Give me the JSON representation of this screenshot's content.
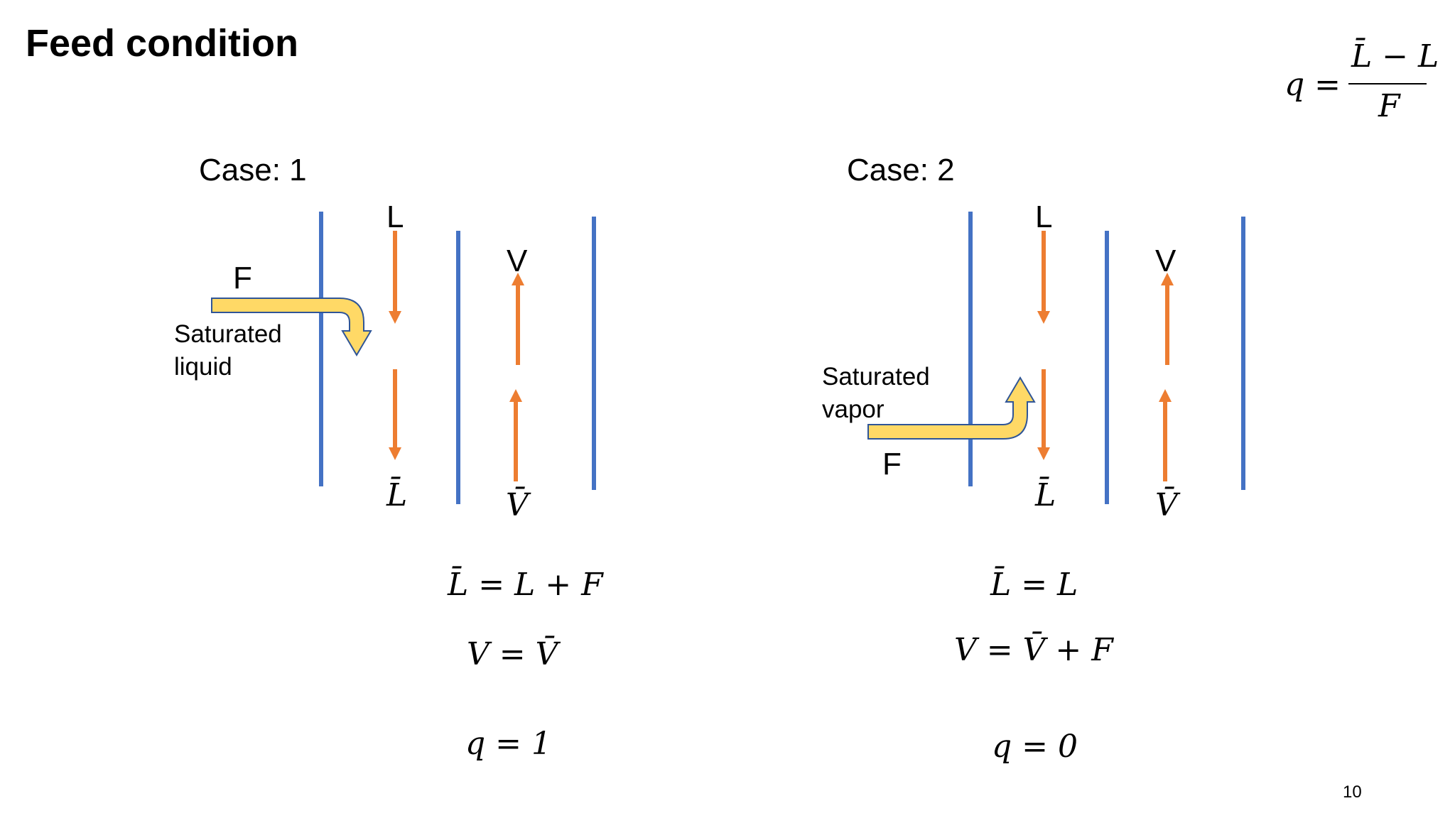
{
  "slide": {
    "title": "Feed condition",
    "page_number": "10"
  },
  "formula": {
    "lhs": "q",
    "numerator": "L̄ − L",
    "denominator": "F"
  },
  "colors": {
    "wall": "#4472c4",
    "flow": "#ed7d31",
    "feed_fill": "#ffd966",
    "feed_stroke": "#2f5597"
  },
  "cases": [
    {
      "label": "Case: 1",
      "top_liquid": "L",
      "top_vapor": "V",
      "feed": "F",
      "feed_note_line1": "Saturated",
      "feed_note_line2": "liquid",
      "bottom_liquid": "L̄",
      "bottom_vapor": "V̄",
      "eq1": "L̄ = L + F",
      "eq2": "V = V̄",
      "q_eq": "q = 1"
    },
    {
      "label": "Case: 2",
      "top_liquid": "L",
      "top_vapor": "V",
      "feed": "F",
      "feed_note_line1": "Saturated",
      "feed_note_line2": "vapor",
      "bottom_liquid": "L̄",
      "bottom_vapor": "V̄",
      "eq1": "L̄ = L",
      "eq2": "V = V̄ + F",
      "q_eq": "q = 0"
    }
  ]
}
